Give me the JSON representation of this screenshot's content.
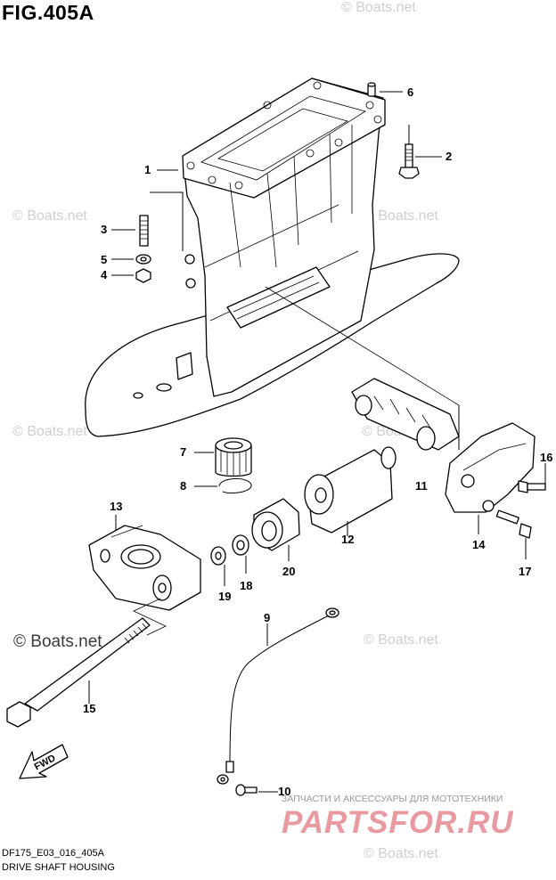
{
  "figure": {
    "title": "FIG.405A",
    "code": "DF175_E03_016_405A",
    "name": "DRIVE SHAFT HOUSING"
  },
  "watermarks": {
    "boats_small": "© Boats.net",
    "boats_large": "© Boats.net"
  },
  "brand": {
    "tagline": "ЗАПЧАСТИ И АКСЕССУАРЫ ДЛЯ МОТОТЕХНИКИ",
    "logo": "PARTSFOR.RU"
  },
  "fwd_label": "FWD",
  "callouts": {
    "c1": "1",
    "c2": "2",
    "c3": "3",
    "c4": "4",
    "c5": "5",
    "c6": "6",
    "c7": "7",
    "c8": "8",
    "c9": "9",
    "c10": "10",
    "c11": "11",
    "c12": "12",
    "c13": "13",
    "c14": "14",
    "c15": "15",
    "c16": "16",
    "c17": "17",
    "c18": "18",
    "c19": "19",
    "c20": "20"
  }
}
